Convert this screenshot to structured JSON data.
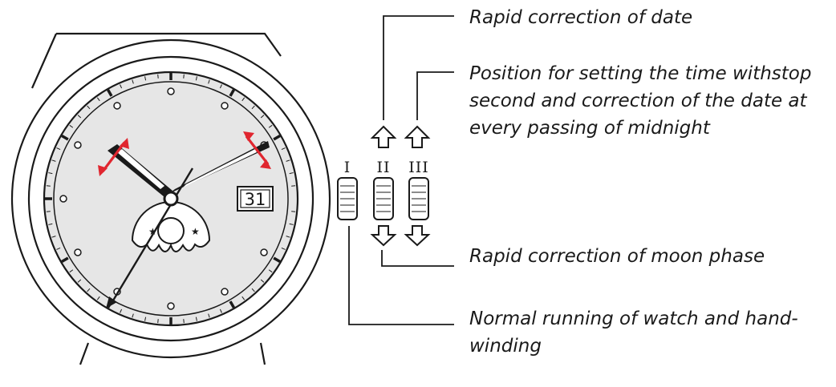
{
  "labels": {
    "rapid_date": "Rapid correction of date",
    "setting_time": [
      "Position for setting the time withstop",
      "second and correction of the date at",
      "every passing of midnight"
    ],
    "rapid_moon": "Rapid correction of moon phase",
    "normal_running": [
      "Normal running of watch and hand-",
      "winding"
    ]
  },
  "dial": {
    "date_window": "31"
  },
  "crown_positions": [
    "I",
    "II",
    "III"
  ],
  "colors": {
    "line": "#1a1a1a",
    "dial": "#e6e6e6",
    "accent_arrows": "#e0262f"
  }
}
